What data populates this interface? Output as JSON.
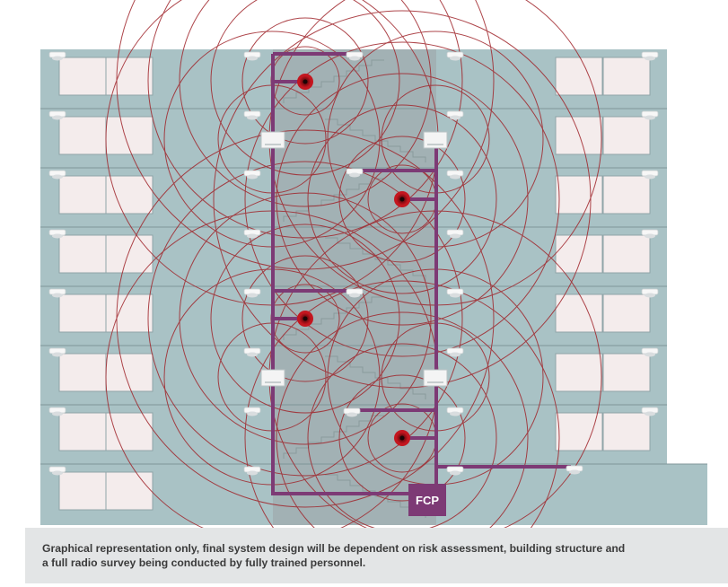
{
  "panel_label": "FCP",
  "caption": {
    "line1": "Graphical representation only, final system design will be dependent on risk assessment, building structure and",
    "line2": "a full radio survey being conducted by fully trained personnel."
  },
  "colors": {
    "building": "#a9c2c5",
    "stairwell": "#a2b1b4",
    "window": "#f4ecec",
    "cable": "#7d3a75",
    "coverage_ring": "#a0262c",
    "sounder": "#b3131c",
    "caption_bg": "#e3e5e6"
  },
  "devices": {
    "smoke_detector_icon": "smoke-detector-icon",
    "sounder_icon": "sounder-icon",
    "radio_translator_icon": "radio-translator-icon",
    "fire_control_panel_icon": "fire-control-panel-icon"
  }
}
